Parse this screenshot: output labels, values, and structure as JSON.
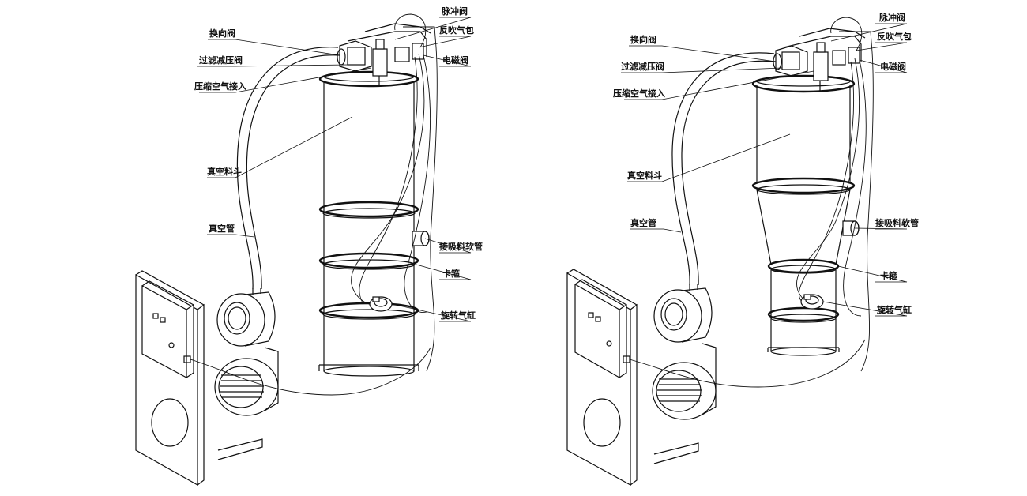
{
  "diagrams": [
    {
      "variant": "straight-hopper",
      "labels": {
        "pulse_valve": "脉冲阀",
        "blowback_bag": "反吹气包",
        "solenoid_valve": "电磁阀",
        "reversing_valve": "换向阀",
        "filter_reducer": "过滤减压阀",
        "air_inlet": "压缩空气接入",
        "vacuum_hopper": "真空料斗",
        "vacuum_hose": "真空管",
        "suction_hose": "接吸料软管",
        "clamp": "卡箍",
        "rotary_cylinder": "旋转气缸"
      }
    },
    {
      "variant": "tapered-hopper",
      "labels": {
        "pulse_valve": "脉冲阀",
        "blowback_bag": "反吹气包",
        "solenoid_valve": "电磁阀",
        "reversing_valve": "换向阀",
        "filter_reducer": "过滤减压阀",
        "air_inlet": "压缩空气接入",
        "vacuum_hopper": "真空料斗",
        "vacuum_hose": "真空管",
        "suction_hose": "接吸料软管",
        "clamp": "卡箍",
        "rotary_cylinder": "旋转气缸"
      }
    }
  ],
  "colors": {
    "line": "#111111",
    "background": "#ffffff"
  }
}
